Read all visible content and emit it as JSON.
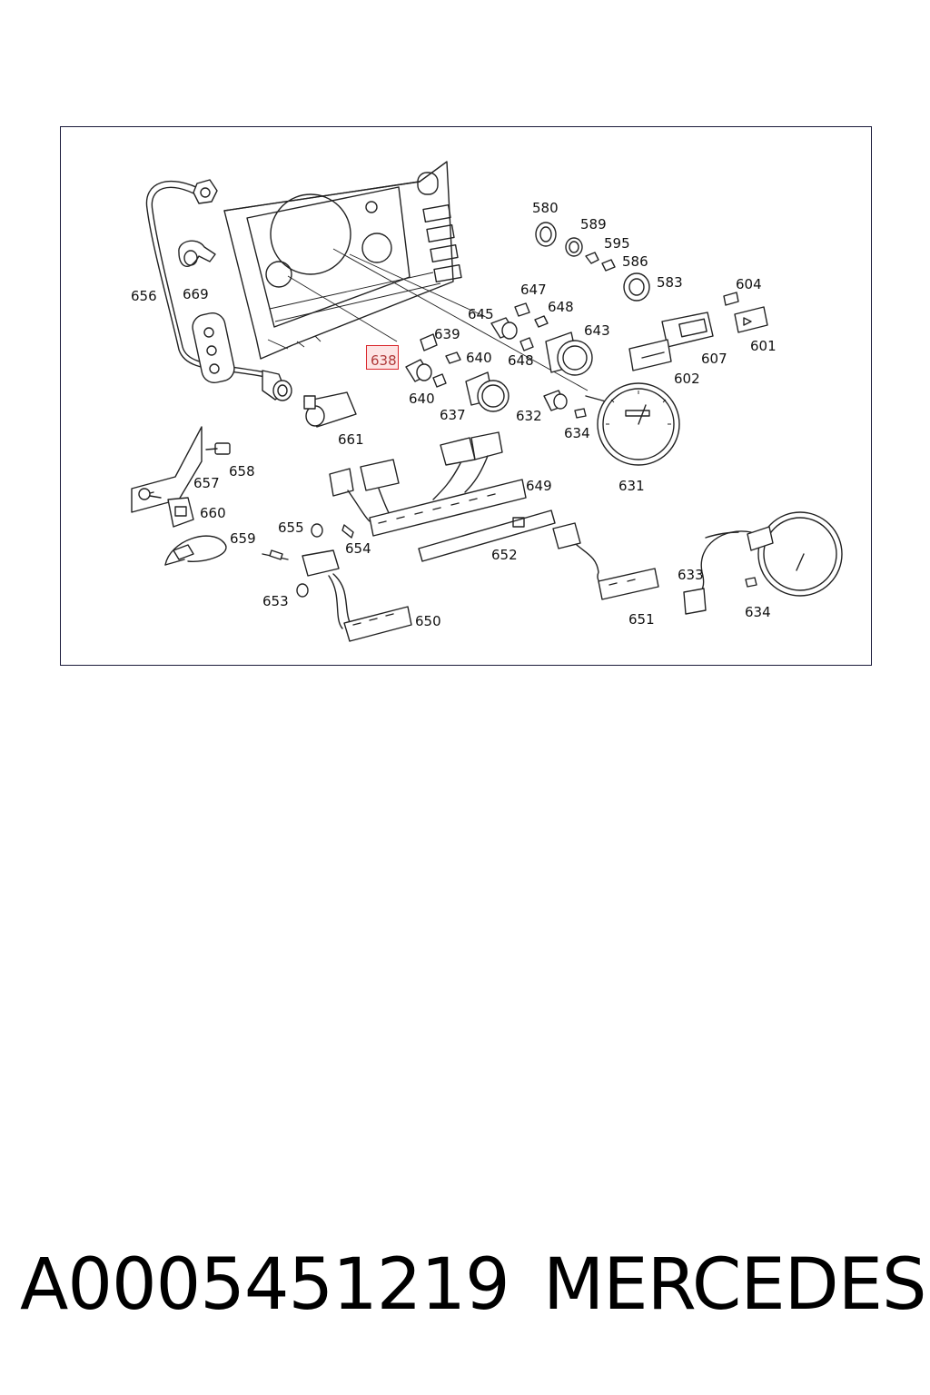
{
  "diagram": {
    "callouts": [
      {
        "label": "580",
        "highlighted": false
      },
      {
        "label": "589",
        "highlighted": false
      },
      {
        "label": "595",
        "highlighted": false
      },
      {
        "label": "586",
        "highlighted": false
      },
      {
        "label": "583",
        "highlighted": false
      },
      {
        "label": "604",
        "highlighted": false
      },
      {
        "label": "601",
        "highlighted": false
      },
      {
        "label": "607",
        "highlighted": false
      },
      {
        "label": "602",
        "highlighted": false
      },
      {
        "label": "647",
        "highlighted": false
      },
      {
        "label": "648",
        "highlighted": false
      },
      {
        "label": "643",
        "highlighted": false
      },
      {
        "label": "645",
        "highlighted": false
      },
      {
        "label": "648",
        "highlighted": false
      },
      {
        "label": "639",
        "highlighted": false
      },
      {
        "label": "640",
        "highlighted": false
      },
      {
        "label": "638",
        "highlighted": true
      },
      {
        "label": "640",
        "highlighted": false
      },
      {
        "label": "637",
        "highlighted": false
      },
      {
        "label": "632",
        "highlighted": false
      },
      {
        "label": "634",
        "highlighted": false
      },
      {
        "label": "631",
        "highlighted": false
      },
      {
        "label": "656",
        "highlighted": false
      },
      {
        "label": "669",
        "highlighted": false
      },
      {
        "label": "661",
        "highlighted": false
      },
      {
        "label": "658",
        "highlighted": false
      },
      {
        "label": "657",
        "highlighted": false
      },
      {
        "label": "660",
        "highlighted": false
      },
      {
        "label": "655",
        "highlighted": false
      },
      {
        "label": "654",
        "highlighted": false
      },
      {
        "label": "659",
        "highlighted": false
      },
      {
        "label": "653",
        "highlighted": false
      },
      {
        "label": "650",
        "highlighted": false
      },
      {
        "label": "649",
        "highlighted": false
      },
      {
        "label": "652",
        "highlighted": false
      },
      {
        "label": "651",
        "highlighted": false
      },
      {
        "label": "633",
        "highlighted": false
      },
      {
        "label": "634",
        "highlighted": false
      }
    ],
    "highlight_color": "#d9262b",
    "highlight_fill": "#fde4e4"
  },
  "footer": {
    "part_number": "A0005451219",
    "brand": "MERCEDES"
  }
}
